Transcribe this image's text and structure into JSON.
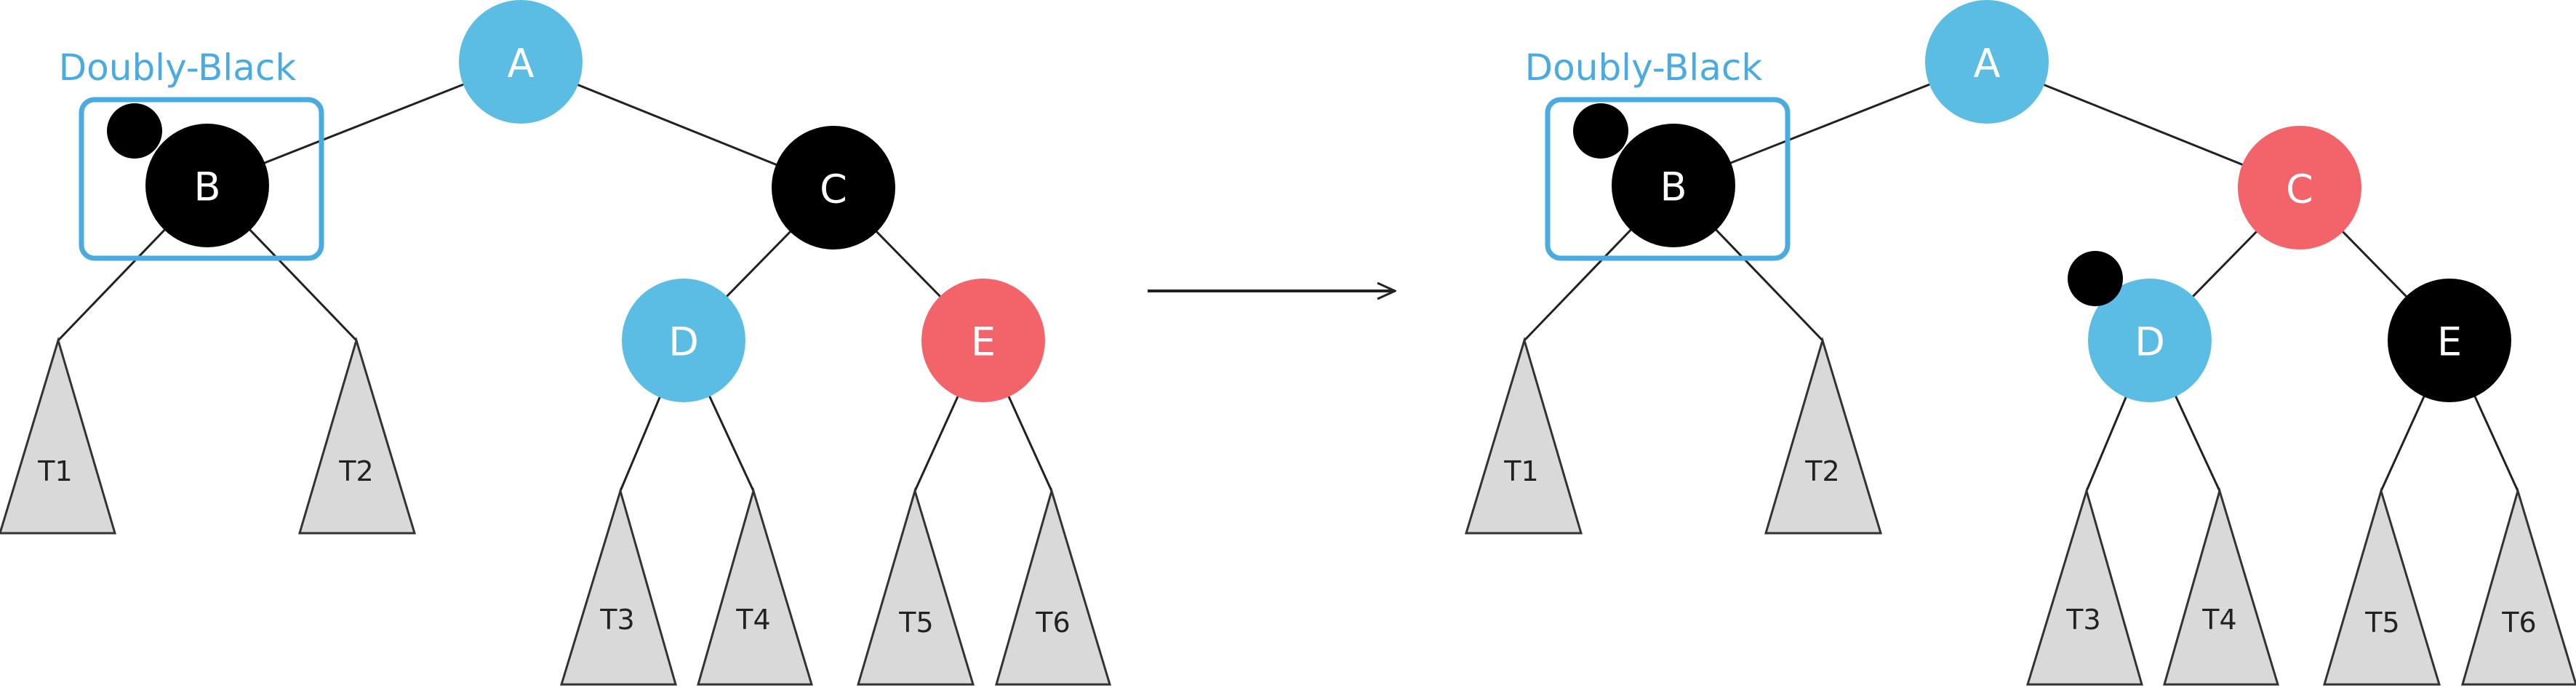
{
  "colors": {
    "blue": "#5bbde3",
    "red": "#f2646a",
    "black": "#000000",
    "triangle_fill": "#d9d9d9",
    "triangle_stroke": "#333333",
    "edge": "#222222",
    "annotation": "#4aabe0"
  },
  "diagrams": [
    {
      "annotation": "Doubly-Black",
      "nodes": [
        {
          "id": "A",
          "label": "A",
          "color": "blue"
        },
        {
          "id": "B",
          "label": "B",
          "color": "black"
        },
        {
          "id": "C",
          "label": "C",
          "color": "black"
        },
        {
          "id": "D",
          "label": "D",
          "color": "blue"
        },
        {
          "id": "E",
          "label": "E",
          "color": "red"
        }
      ],
      "extra_black_on": [
        "B"
      ],
      "edges": [
        [
          "A",
          "B"
        ],
        [
          "A",
          "C"
        ],
        [
          "C",
          "D"
        ],
        [
          "C",
          "E"
        ]
      ],
      "subtrees": [
        {
          "label": "T1",
          "parent": "B"
        },
        {
          "label": "T2",
          "parent": "B"
        },
        {
          "label": "T3",
          "parent": "D"
        },
        {
          "label": "T4",
          "parent": "D"
        },
        {
          "label": "T5",
          "parent": "E"
        },
        {
          "label": "T6",
          "parent": "E"
        }
      ]
    },
    {
      "annotation": "Doubly-Black",
      "nodes": [
        {
          "id": "A",
          "label": "A",
          "color": "blue"
        },
        {
          "id": "B",
          "label": "B",
          "color": "black"
        },
        {
          "id": "C",
          "label": "C",
          "color": "red"
        },
        {
          "id": "D",
          "label": "D",
          "color": "blue"
        },
        {
          "id": "E",
          "label": "E",
          "color": "black"
        }
      ],
      "extra_black_on": [
        "B",
        "D"
      ],
      "edges": [
        [
          "A",
          "B"
        ],
        [
          "A",
          "C"
        ],
        [
          "C",
          "D"
        ],
        [
          "C",
          "E"
        ]
      ],
      "subtrees": [
        {
          "label": "T1",
          "parent": "B"
        },
        {
          "label": "T2",
          "parent": "B"
        },
        {
          "label": "T3",
          "parent": "D"
        },
        {
          "label": "T4",
          "parent": "D"
        },
        {
          "label": "T5",
          "parent": "E"
        },
        {
          "label": "T6",
          "parent": "E"
        }
      ]
    }
  ]
}
